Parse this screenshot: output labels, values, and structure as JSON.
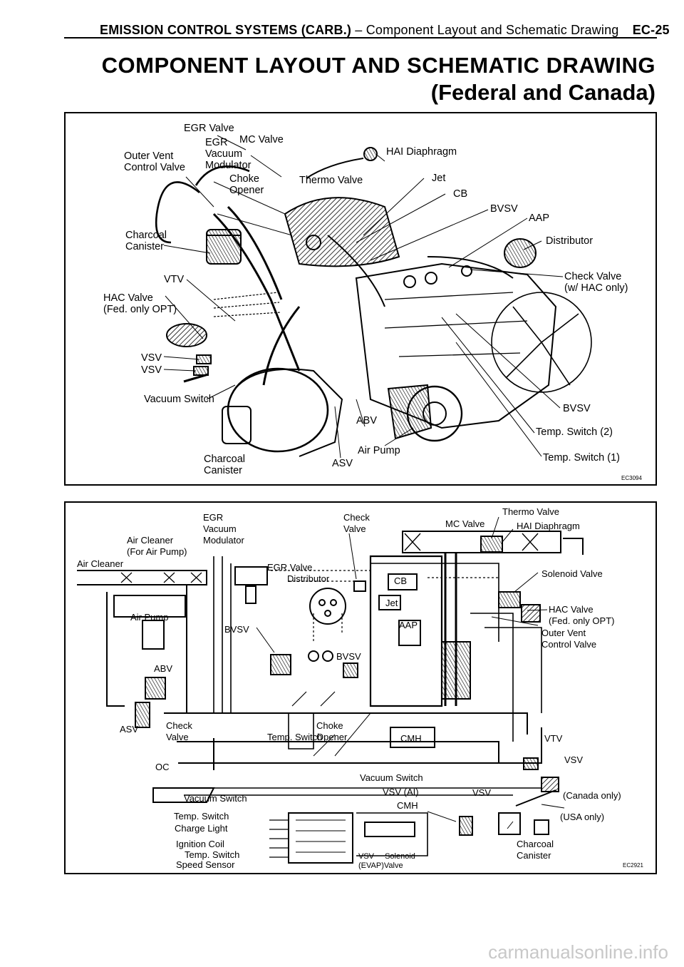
{
  "header": {
    "section": "EMISSION CONTROL SYSTEMS (CARB.)",
    "dash": "–",
    "subtitle": "Component Layout and Schematic Drawing",
    "page": "EC-25"
  },
  "title": {
    "line1": "COMPONENT LAYOUT AND SCHEMATIC DRAWING",
    "line2": "(Federal and Canada)"
  },
  "layout_diagram": {
    "code": "EC3094",
    "labels": {
      "egr_valve": "EGR Valve",
      "egr_vacuum_modulator": [
        "EGR",
        "Vacuum",
        "Modulator"
      ],
      "mc_valve": "MC Valve",
      "hai_diaphragm": "HAI Diaphragm",
      "outer_vent": [
        "Outer Vent",
        "Control Valve"
      ],
      "choke_opener": [
        "Choke",
        "Opener"
      ],
      "thermo_valve": "Thermo Valve",
      "jet": "Jet",
      "cb": "CB",
      "bvsv_top": "BVSV",
      "aap": "AAP",
      "distributor": "Distributor",
      "charcoal_canister_top": [
        "Charcoal",
        "Canister"
      ],
      "check_valve": [
        "Check Valve",
        "(w/ HAC only)"
      ],
      "vtv": "VTV",
      "hac_valve": [
        "HAC Valve",
        "(Fed. only OPT)"
      ],
      "vsv1": "VSV",
      "vsv2": "VSV",
      "vacuum_switch": "Vacuum Switch",
      "bvsv_right": "BVSV",
      "abv": "ABV",
      "temp_switch_2": "Temp. Switch (2)",
      "air_pump": "Air Pump",
      "charcoal_canister_bottom": [
        "Charcoal",
        "Canister"
      ],
      "asv": "ASV",
      "temp_switch_1": "Temp. Switch (1)"
    }
  },
  "schematic_diagram": {
    "code": "EC2921",
    "labels": {
      "egr_vacuum_modulator": [
        "EGR",
        "Vacuum",
        "Modulator"
      ],
      "check_valve_top": [
        "Check",
        "Valve"
      ],
      "thermo_valve": "Thermo Valve",
      "mc_valve": "MC Valve",
      "hai_diaphragm": "HAI Diaphragm",
      "air_cleaner_air_pump": [
        "Air Cleaner",
        "(For Air Pump)"
      ],
      "air_cleaner": "Air Cleaner",
      "egr_valve": "EGR Valve",
      "distributor": "Distributor",
      "cb": "CB",
      "jet": "Jet",
      "solenoid_valve": "Solenoid Valve",
      "air_pump": "Air Pump",
      "hac_valve": [
        "HAC Valve",
        "(Fed. only OPT)"
      ],
      "aap": "AAP",
      "outer_vent": [
        "Outer Vent",
        "Control Valve"
      ],
      "bvsv_left": "BVSV",
      "bvsv_mid": "BVSV",
      "abv": "ABV",
      "asv": "ASV",
      "check_valve_bottom": [
        "Check",
        "Valve"
      ],
      "choke_opener": [
        "Choke",
        "Opener"
      ],
      "temp_switch": "Temp. Switch",
      "cmh_box": "CMH",
      "vtv": "VTV",
      "vsv_right": "VSV",
      "oc": "OC",
      "vacuum_switch_center": "Vacuum Switch",
      "vacuum_switch_left": "Vacuum Switch",
      "vsv_ai": "VSV (AI)",
      "vsv_small": "VSV",
      "canada_only": "(Canada only)",
      "temp_switch_left": "Temp. Switch",
      "cmh_small": "CMH",
      "usa_only": "(USA only)",
      "charge_light": "Charge Light",
      "ignition_coil": "Ignition Coil",
      "temp_switch_bottom": "Temp. Switch",
      "speed_sensor": "Speed Sensor",
      "vsv_solenoid": [
        "VSV",
        "Solenoid"
      ],
      "evap_valve": "(EVAP)Valve",
      "charcoal_canister": [
        "Charcoal",
        "Canister"
      ]
    }
  },
  "watermark": "carmanualsonline.info"
}
